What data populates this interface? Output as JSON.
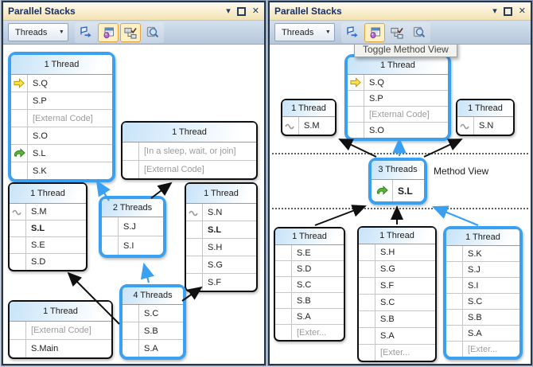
{
  "colors": {
    "highlight_blue": "#3aa0f1",
    "box_border": "#101010",
    "titlebar_bg": "#f7e9c0",
    "toolbar_bg": "#c0d0e2",
    "toggled_button_bg": "#fdf0c5",
    "toggled_button_border": "#e2a33d",
    "dim_text": "#9b9b9b"
  },
  "window_icons": {
    "menu": "▾",
    "close": "✕",
    "dropdown_caret": "▼"
  },
  "panels": [
    {
      "title": "Parallel Stacks",
      "toolbar": {
        "view_select": "Threads",
        "icons": [
          {
            "name": "show-only-flagged",
            "active": false
          },
          {
            "name": "toggle-method-view",
            "active": true
          },
          {
            "name": "autoscroll-to-current-frame",
            "active": true
          },
          {
            "name": "toggle-zoom-control",
            "active": false
          }
        ]
      },
      "boxes": [
        {
          "header": "1 Thread",
          "highlighted": true,
          "rows": [
            {
              "icon": "current-frame-icon",
              "label": "S.Q"
            },
            {
              "icon": "",
              "label": "S.P"
            },
            {
              "icon": "",
              "label": "[External Code]",
              "dim": true
            },
            {
              "icon": "",
              "label": "S.O"
            },
            {
              "icon": "active-frame-icon",
              "label": "S.L"
            },
            {
              "icon": "",
              "label": "S.K"
            }
          ]
        },
        {
          "header": "1 Thread",
          "highlighted": false,
          "rows": [
            {
              "icon": "",
              "label": "[In a sleep, wait, or join]",
              "dim": true
            },
            {
              "icon": "",
              "label": "[External Code]",
              "dim": true
            }
          ]
        },
        {
          "header": "1 Thread",
          "highlighted": false,
          "rows": [
            {
              "icon": "wave-icon",
              "label": "S.M"
            },
            {
              "icon": "",
              "label": "S.L",
              "bold": true
            },
            {
              "icon": "",
              "label": "S.E"
            },
            {
              "icon": "",
              "label": "S.D"
            }
          ]
        },
        {
          "header": "2 Threads",
          "highlighted": true,
          "rows": [
            {
              "icon": "",
              "label": "S.J"
            },
            {
              "icon": "",
              "label": "S.I"
            }
          ]
        },
        {
          "header": "1 Thread",
          "highlighted": false,
          "rows": [
            {
              "icon": "wave-icon",
              "label": "S.N"
            },
            {
              "icon": "",
              "label": "S.L",
              "bold": true
            },
            {
              "icon": "",
              "label": "S.H"
            },
            {
              "icon": "",
              "label": "S.G"
            },
            {
              "icon": "",
              "label": "S.F"
            }
          ]
        },
        {
          "header": "4 Threads",
          "highlighted": true,
          "rows": [
            {
              "icon": "",
              "label": "S.C"
            },
            {
              "icon": "",
              "label": "S.B"
            },
            {
              "icon": "",
              "label": "S.A"
            }
          ]
        },
        {
          "header": "1 Thread",
          "highlighted": false,
          "rows": [
            {
              "icon": "",
              "label": "[External Code]",
              "dim": true
            },
            {
              "icon": "",
              "label": "S.Main"
            }
          ]
        }
      ]
    },
    {
      "title": "Parallel Stacks",
      "tooltip": "Toggle Method View",
      "method_view_label": "Method View",
      "toolbar": {
        "view_select": "Threads",
        "icons": [
          {
            "name": "show-only-flagged",
            "active": false
          },
          {
            "name": "toggle-method-view",
            "active": true
          },
          {
            "name": "autoscroll-to-current-frame",
            "active": false
          },
          {
            "name": "toggle-zoom-control",
            "active": false
          }
        ]
      },
      "boxes": [
        {
          "header": "1 Thread",
          "highlighted": true,
          "rows": [
            {
              "icon": "current-frame-icon",
              "label": "S.Q"
            },
            {
              "icon": "",
              "label": "S.P"
            },
            {
              "icon": "",
              "label": "[External Code]",
              "dim": true
            },
            {
              "icon": "",
              "label": "S.O"
            }
          ]
        },
        {
          "header": "1 Thread",
          "highlighted": false,
          "rows": [
            {
              "icon": "wave-icon",
              "label": "S.M"
            }
          ]
        },
        {
          "header": "1 Thread",
          "highlighted": false,
          "rows": [
            {
              "icon": "wave-icon",
              "label": "S.N"
            }
          ]
        },
        {
          "header": "3 Threads",
          "highlighted": true,
          "rows": [
            {
              "icon": "active-frame-icon",
              "label": "S.L",
              "bold": true
            }
          ]
        },
        {
          "header": "1 Thread",
          "highlighted": false,
          "rows": [
            {
              "icon": "",
              "label": "S.E"
            },
            {
              "icon": "",
              "label": "S.D"
            },
            {
              "icon": "",
              "label": "S.C"
            },
            {
              "icon": "",
              "label": "S.B"
            },
            {
              "icon": "",
              "label": "S.A"
            },
            {
              "icon": "",
              "label": "[Exter...",
              "dim": true
            }
          ]
        },
        {
          "header": "1 Thread",
          "highlighted": false,
          "rows": [
            {
              "icon": "",
              "label": "S.H"
            },
            {
              "icon": "",
              "label": "S.G"
            },
            {
              "icon": "",
              "label": "S.F"
            },
            {
              "icon": "",
              "label": "S.C"
            },
            {
              "icon": "",
              "label": "S.B"
            },
            {
              "icon": "",
              "label": "S.A"
            },
            {
              "icon": "",
              "label": "[Exter...",
              "dim": true
            }
          ]
        },
        {
          "header": "1 Thread",
          "highlighted": true,
          "rows": [
            {
              "icon": "",
              "label": "S.K"
            },
            {
              "icon": "",
              "label": "S.J"
            },
            {
              "icon": "",
              "label": "S.I"
            },
            {
              "icon": "",
              "label": "S.C"
            },
            {
              "icon": "",
              "label": "S.B"
            },
            {
              "icon": "",
              "label": "S.A"
            },
            {
              "icon": "",
              "label": "[Exter...",
              "dim": true
            }
          ]
        }
      ]
    }
  ]
}
